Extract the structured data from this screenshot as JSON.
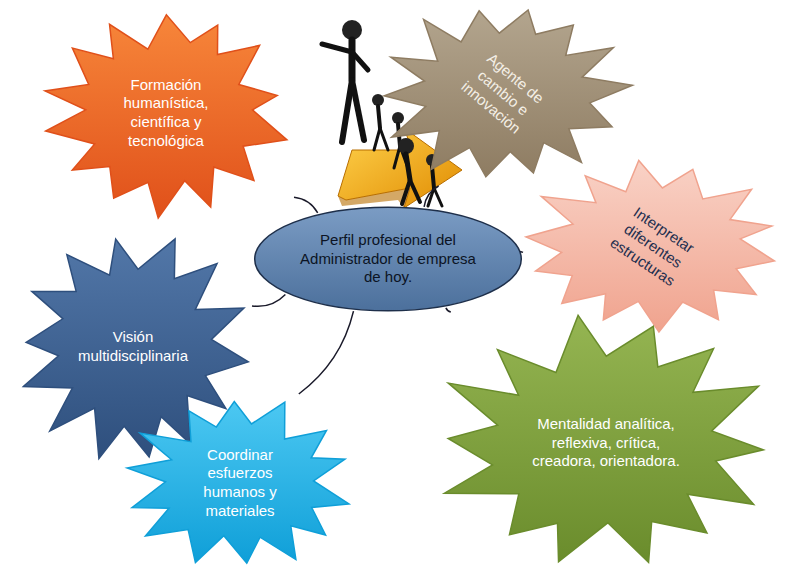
{
  "diagram": {
    "nodes": [
      {
        "text": [
          "Formación humanística, científica y tecnológica"
        ]
      },
      {
        "text": [
          "Agente de cambio e innovación"
        ]
      },
      {
        "text": [
          "Interpretar diferentes estructuras"
        ]
      },
      {
        "text": [
          "Perfil profesional del Administrador de empresa de hoy."
        ]
      },
      {
        "text": [
          "Visión multidisciplinaria"
        ]
      },
      {
        "text": [
          "Mentalidad analítica, reflexiva, crítica, creadora, orientadora."
        ]
      },
      {
        "text": [
          "Coordinar esfuerzos humanos y materiales"
        ]
      }
    ],
    "edges": [
      {
        "from": 3,
        "to": 0,
        "arrow": "none"
      },
      {
        "from": 3,
        "to": 1,
        "arrow": "none"
      },
      {
        "from": 3,
        "to": 2,
        "arrow": "none"
      },
      {
        "from": 3,
        "to": 4,
        "arrow": "none"
      },
      {
        "from": 3,
        "to": 5,
        "arrow": "none"
      },
      {
        "from": 3,
        "to": 6,
        "arrow": "none"
      }
    ]
  }
}
